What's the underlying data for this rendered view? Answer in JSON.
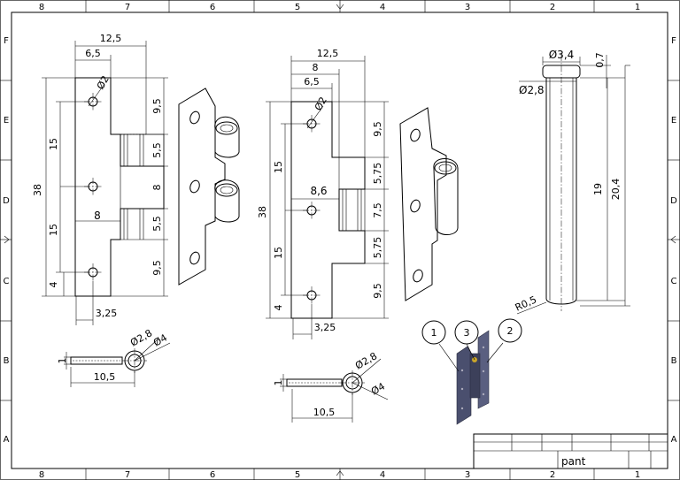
{
  "frame": {
    "top_cols": [
      "8",
      "7",
      "6",
      "5",
      "4",
      "3",
      "2",
      "1"
    ],
    "bottom_cols": [
      "8",
      "7",
      "6",
      "5",
      "4",
      "3",
      "2",
      "1"
    ],
    "rows": [
      "F",
      "E",
      "D",
      "C",
      "B",
      "A"
    ]
  },
  "view_left": {
    "w_total": "12,5",
    "w_half": "6,5",
    "hole_dia": "Ø2",
    "height": "38",
    "pitch_top": "15",
    "pitch_bot": "15",
    "edge_bot": "4",
    "seg1": "9,5",
    "seg2": "5,5",
    "seg3": "8",
    "seg4": "5,5",
    "seg5": "9,5",
    "knuckle_w": "8",
    "hole_off": "3,25"
  },
  "view_mid": {
    "w_total": "12,5",
    "w_8": "8",
    "w_half": "6,5",
    "hole_dia": "Ø2",
    "height": "38",
    "pitch_top": "15",
    "pitch_bot": "15",
    "edge_bot": "4",
    "seg1": "9,5",
    "seg2": "5,75",
    "seg3": "7,5",
    "seg4": "5,75",
    "seg5": "9,5",
    "knuckle_w": "8,6",
    "hole_off": "3,25"
  },
  "pin": {
    "head_dia": "Ø3,4",
    "head_h": "0,7",
    "shank_dia": "Ø2,8",
    "shank_len": "19",
    "total_len": "20,4",
    "radius": "R0,5"
  },
  "section_left": {
    "thk": "1",
    "inner_dia": "Ø2,8",
    "outer_dia": "Ø4",
    "len": "10,5"
  },
  "section_mid": {
    "thk": "1",
    "inner_dia": "Ø2,8",
    "outer_dia": "Ø4",
    "len": "10,5"
  },
  "balloons": [
    "1",
    "3",
    "2"
  ],
  "title_block": {
    "part_name": "pant"
  },
  "colors": {
    "line": "#000000",
    "background": "#ffffff",
    "assembly": "#4a4f6e",
    "pin_accent": "#c9a52a"
  }
}
